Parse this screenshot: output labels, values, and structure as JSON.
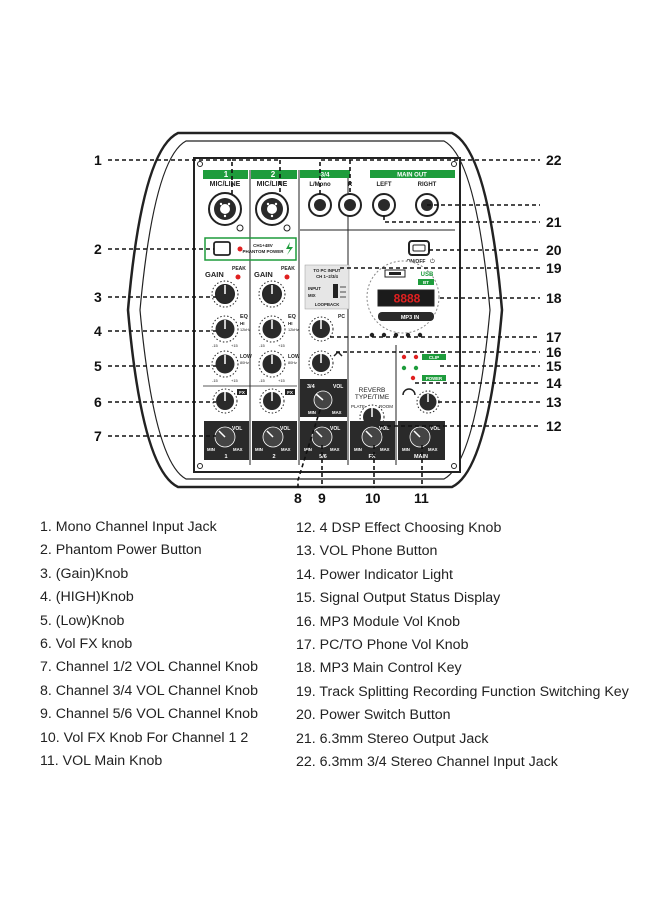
{
  "callouts": [
    "1",
    "2",
    "3",
    "4",
    "5",
    "6",
    "7",
    "8",
    "9",
    "10",
    "11",
    "12",
    "13",
    "14",
    "15",
    "16",
    "17",
    "18",
    "19",
    "20",
    "21",
    "22"
  ],
  "panel": {
    "ch1": "1",
    "ch2": "2",
    "mic_line": "MIC/LINE",
    "phantom_line1": "CH1+48V",
    "phantom_line2": "PHANTOM POWER",
    "gain": "GAIN",
    "peak": "PEAK",
    "eq": "EQ",
    "hi": "HI",
    "hi_freq": "12kHz",
    "low": "LOW",
    "low_freq": "80Hz",
    "fx": "FX",
    "ch34": "3/4",
    "l_mono": "L/Mono",
    "r": "R",
    "main_out": "MAIN OUT",
    "left": "LEFT",
    "right": "RIGHT",
    "on_off": "ON/OFF",
    "to_pc": "TO PC INPUT",
    "ch_rec": "CH 1~2/3/4",
    "input": "INPUT",
    "mix": "MIX",
    "loopback": "LOOPBACK",
    "pc": "PC",
    "usb": "USB",
    "bt": "BT",
    "mp3_display": "8888",
    "mp3_label": "MP3 IN",
    "reverb": "REVERB",
    "type_time": "TYPE/TIME",
    "plate": "PLATE",
    "room": "ROOM",
    "clip": "CLIP",
    "power": "POWER",
    "vol": "VOL",
    "min": "MIN",
    "max": "MAX",
    "knob_min_val": "-15",
    "knob_max_val": "+15",
    "fader_1": "1",
    "fader_2": "2",
    "fader_56": "5/6",
    "fader_fx": "FX",
    "fader_main": "MAIN",
    "fader_34": "3/4"
  },
  "legend_left": [
    "1. Mono Channel Input Jack",
    "2. Phantom Power Button",
    "3. (Gain)Knob",
    "4. (HIGH)Knob",
    "5. (Low)Knob",
    "6. Vol FX knob",
    "7. Channel 1/2 VOL Channel Knob",
    "8. Channel 3/4 VOL Channel Knob",
    "9. Channel 5/6 VOL Channel Knob",
    "10. Vol FX Knob For Channel 1 2",
    "11. VOL Main Knob"
  ],
  "legend_right": [
    "12. 4 DSP Effect Choosing Knob",
    "13. VOL Phone Button",
    "14. Power Indicator Light",
    "15. Signal Output Status Display",
    "16. MP3 Module Vol Knob",
    "17. PC/TO Phone Vol Knob",
    "18. MP3 Main Control Key",
    "19. Track Splitting Recording Function Switching Key",
    "20. Power Switch Button",
    "21. 6.3mm Stereo Output Jack",
    "22. 6.3mm 3/4 Stereo Channel Input Jack"
  ],
  "colors": {
    "accent_green": "#1e9c3c",
    "outline": "#222222",
    "led_red": "#e02020"
  }
}
